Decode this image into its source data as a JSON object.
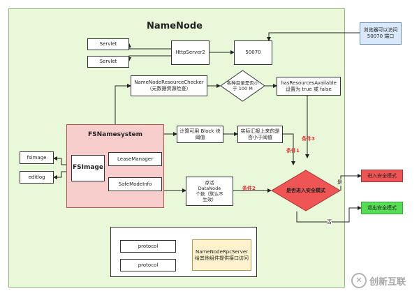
{
  "title": "NameNode",
  "nodes": {
    "servlet1": "Servlet",
    "servlet2": "Servlet",
    "http_server": "HttpServer2",
    "port": "50070",
    "browser": "浏览器可以访问\n50070 端口",
    "resource_checker": "NameNodeResourceChecker\n（元数据资源检查）",
    "disk_check": "各种目录是否小\n于 100 M",
    "has_resources": "hasResourcesAvailable\n设置为 true 或 false",
    "fsnamesystem": "FSNamesystem",
    "fsimage_inner": "FSImage",
    "lease_manager": "LeaseManager",
    "safemode_info": "SafeModeInfo",
    "fsimage_outer": "fsimage",
    "editlog": "editlog",
    "calc_block": "计算可用 Block 块\n阈值",
    "actual_report": "实际汇报上来的是\n否小于阈值",
    "datanode_count": "存活\nDataNode\n个数（默认不\n生效）",
    "decision": "是否进入安全模式",
    "enter_safe": "进入安全模式",
    "exit_safe": "退出安全模式",
    "protocol1": "protocol",
    "protocol2": "protocol",
    "rpc_server": "NameNodeRpcServer\n给其他组件提供接口访问"
  },
  "labels": {
    "cond1": "条件1",
    "cond2": "条件2",
    "cond3": "条件3",
    "yes": "是",
    "no": "否"
  },
  "watermark": "创新互联",
  "colors": {
    "frame_bg": "#e8f8d8",
    "fsnamesystem_bg": "#f8cecc",
    "browser_bg": "#dae8fc",
    "rpc_bg": "#fff2cc",
    "decision_fill": "#f05555",
    "enter_fill": "#f05555",
    "exit_fill": "#55dd55"
  }
}
